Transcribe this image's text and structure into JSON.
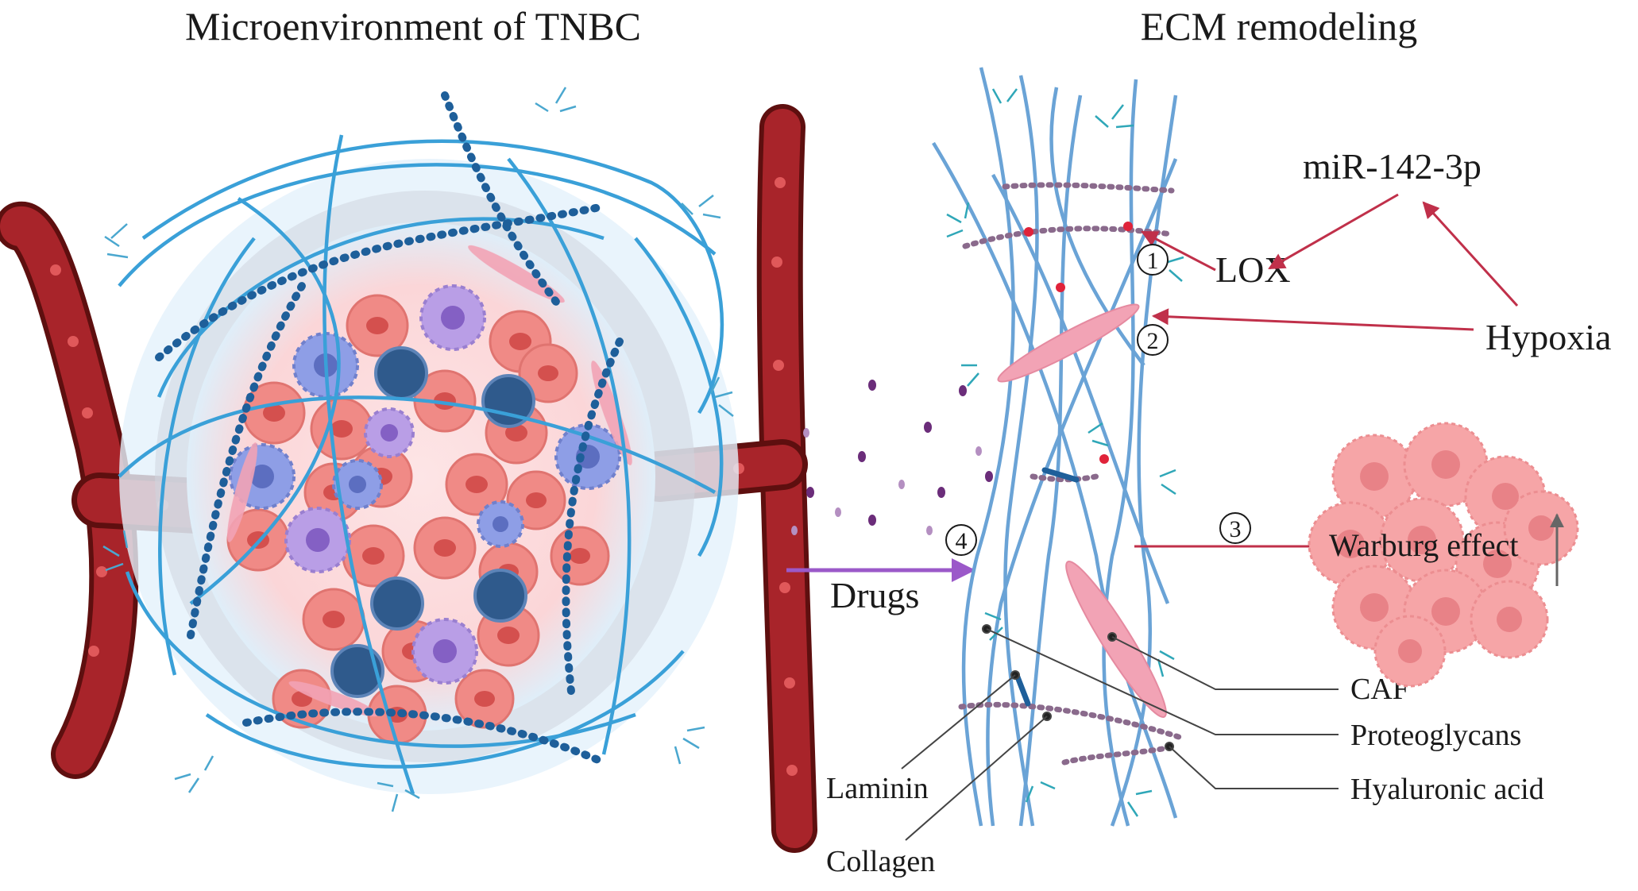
{
  "panels": {
    "left_title": "Microenvironment of TNBC",
    "right_title": "ECM remodeling"
  },
  "pathway": {
    "mirna": "miR-142-3p",
    "lox": "LOX",
    "hypoxia": "Hypoxia",
    "warburg": "Warburg effect",
    "drugs": "Drugs"
  },
  "steps": [
    "1",
    "2",
    "3",
    "4"
  ],
  "legend": {
    "caf": "CAF",
    "proteoglycans": "Proteoglycans",
    "hyaluronic_acid": "Hyaluronic acid",
    "laminin": "Laminin",
    "collagen": "Collagen"
  },
  "colors": {
    "vessel": "#8b1a1a",
    "vessel_dark": "#5e0f0f",
    "fiber": "#3aa0d8",
    "fiber_dark": "#1e5f9a",
    "tumor_cell": "#f08a86",
    "tumor_nucleus": "#d4504e",
    "immune_purple": "#b99ee6",
    "immune_blue": "#8e9ee6",
    "lymphocyte": "#2f5a8c",
    "caf": "#f2a3b5",
    "arrow": "#c0304a",
    "drug_arrow": "#9b59c9",
    "drug_dot": "#6b2d7a"
  }
}
